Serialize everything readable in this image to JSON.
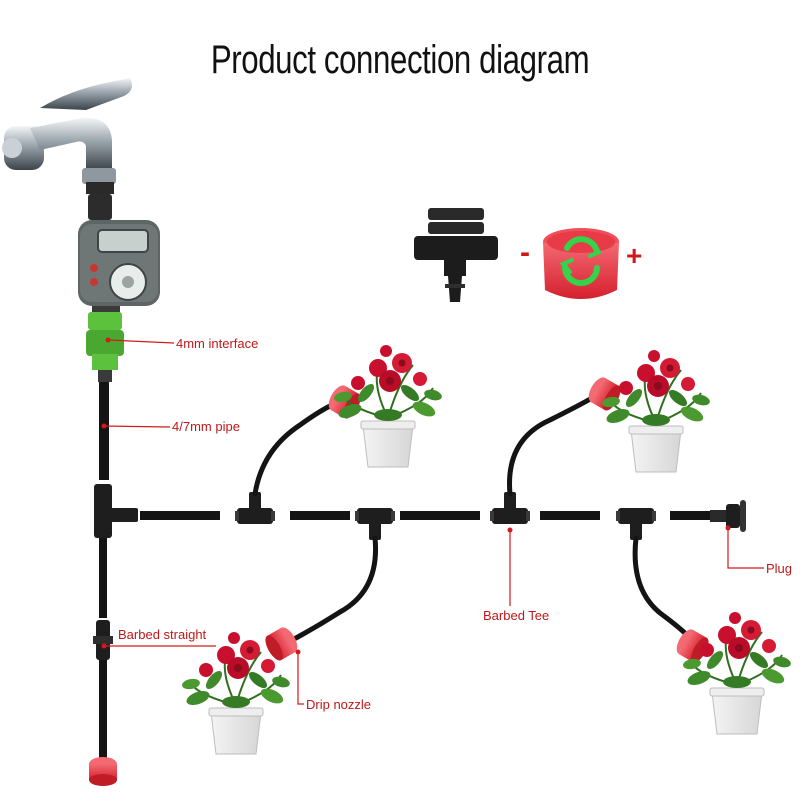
{
  "title": "Product connection diagram",
  "labels": {
    "interface": "4mm interface",
    "pipe": "4/7mm pipe",
    "barbed_straight": "Barbed straight",
    "drip_nozzle": "Drip nozzle",
    "barbed_tee": "Barbed Tee",
    "plug": "Plug"
  },
  "nozzle_adjust": {
    "minus": "-",
    "plus": "+"
  },
  "colors": {
    "pipe": "#141414",
    "connector": "#1e1e1e",
    "nozzle_red": "#e4343f",
    "interface_green": "#5cc23e",
    "label_red": "#c01818",
    "flower_red": "#c8102e",
    "leaf_green": "#3f8a2a"
  }
}
